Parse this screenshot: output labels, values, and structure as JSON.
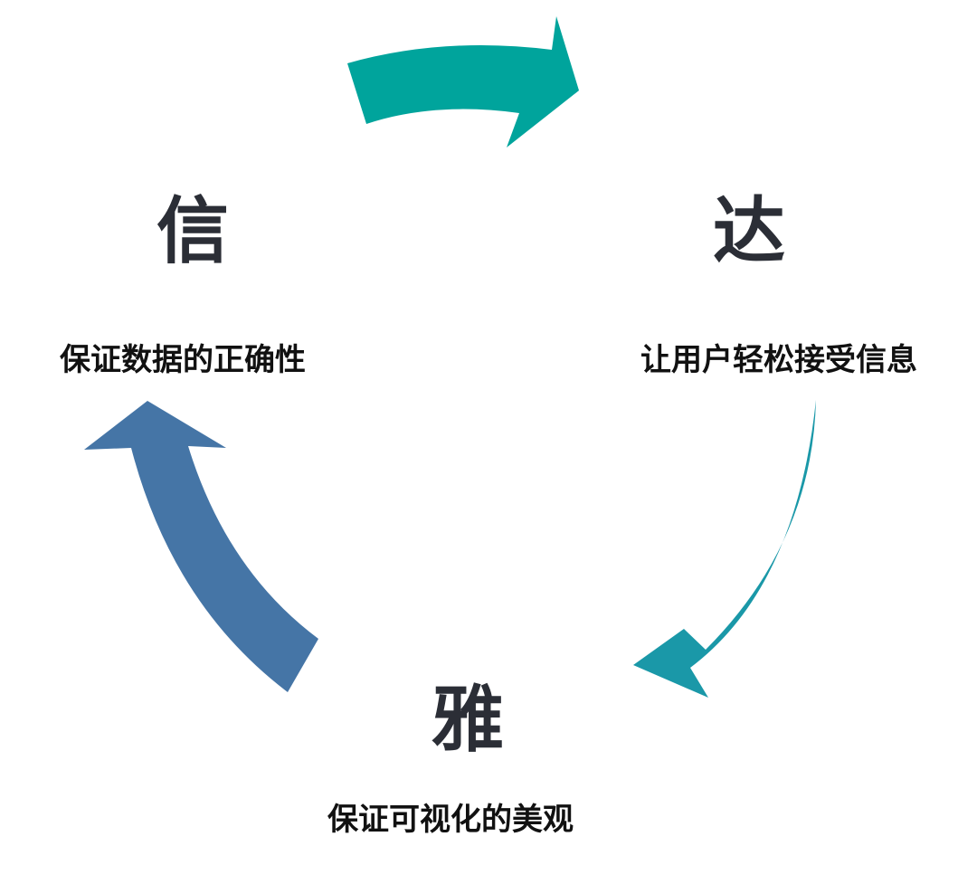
{
  "nodes": {
    "xin": {
      "char": "信",
      "description": "保证数据的正确性"
    },
    "da": {
      "char": "达",
      "description": "让用户轻松接受信息"
    },
    "ya": {
      "char": "雅",
      "description": "保证可视化的美观"
    }
  },
  "colors": {
    "arrow_top": "#00a49c",
    "arrow_right": "#1a98a8",
    "arrow_left": "#4575a6",
    "text_dark": "#2b2e36"
  },
  "icons": {
    "arrow_top": "curved-arrow-icon",
    "arrow_right": "curved-arrow-icon",
    "arrow_left": "curved-arrow-icon"
  }
}
